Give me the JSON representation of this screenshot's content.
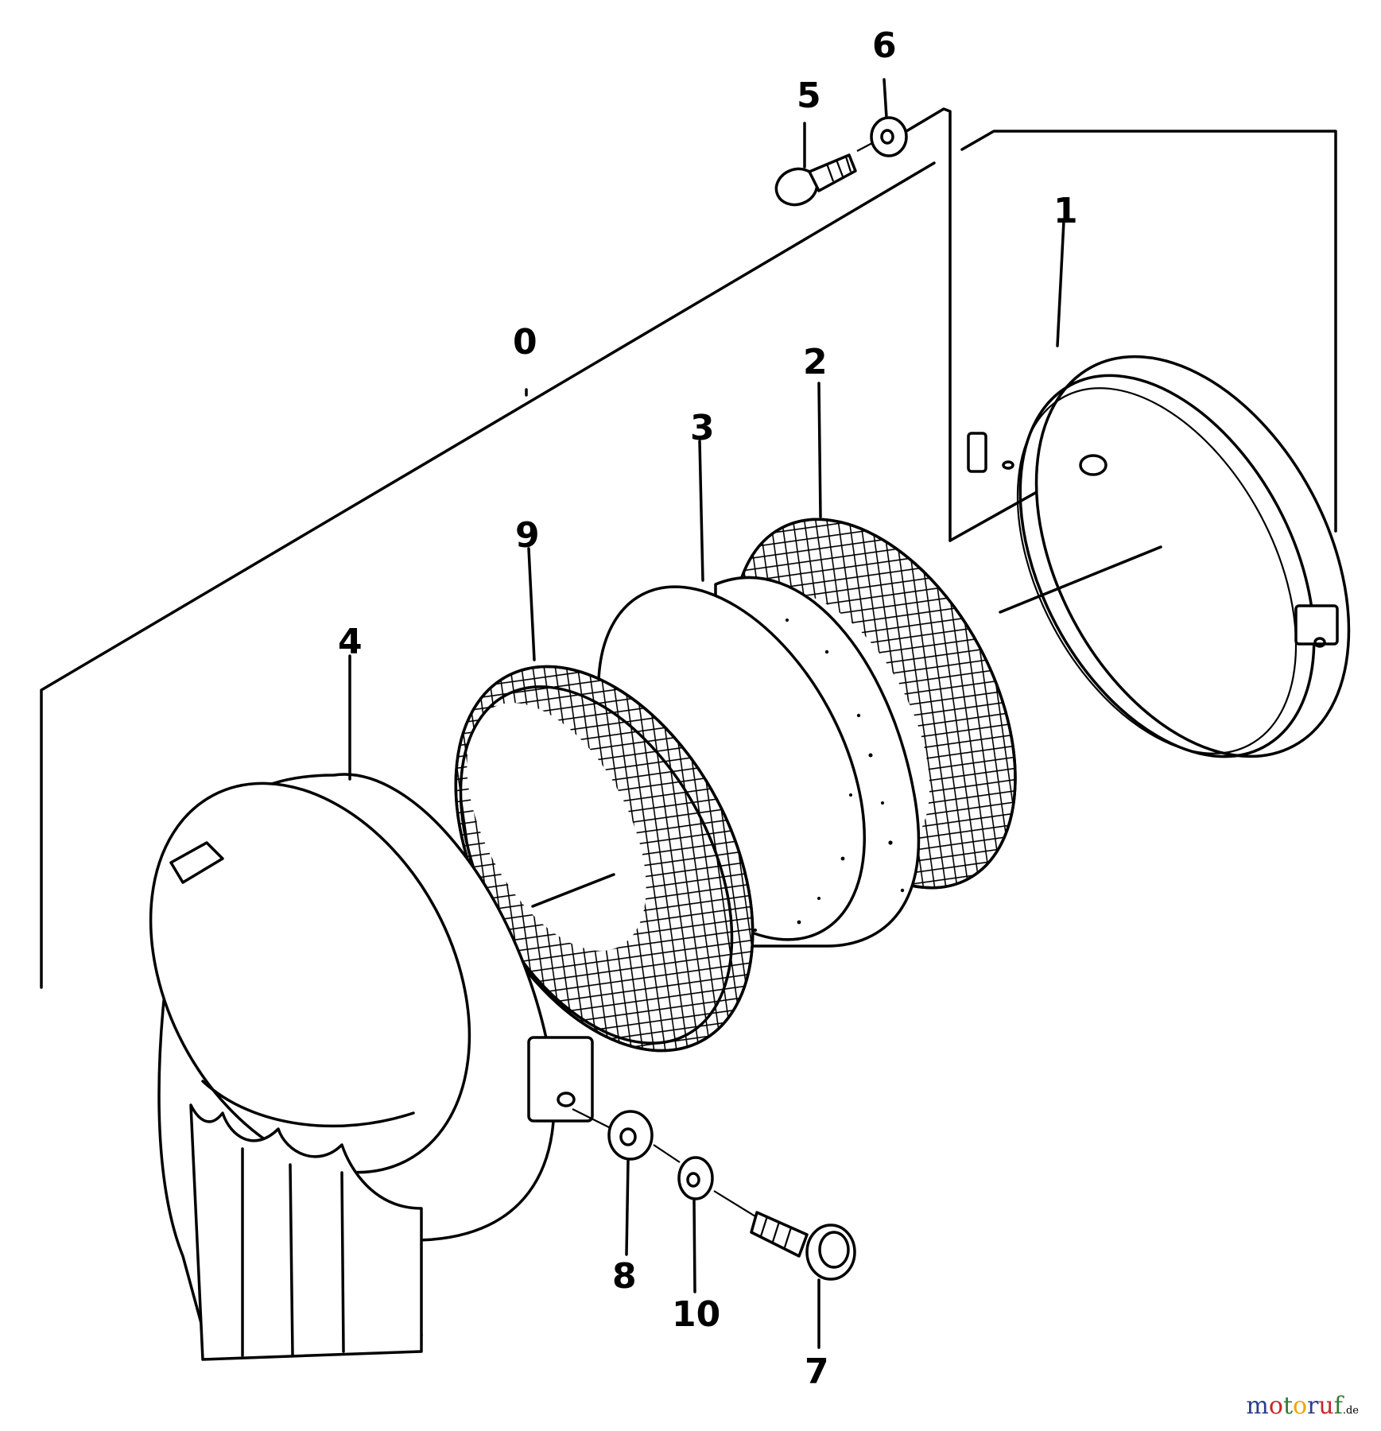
{
  "labels": {
    "p0": "0",
    "p1": "1",
    "p2": "2",
    "p3": "3",
    "p4": "4",
    "p5": "5",
    "p6": "6",
    "p7": "7",
    "p8": "8",
    "p9": "9",
    "p10": "10"
  },
  "watermark": {
    "word_prefix": "moto",
    "word_suffix": "ruf",
    "domain": ".de",
    "colors": [
      "#2a3d8f",
      "#c62828",
      "#2e7d32",
      "#f0a500"
    ]
  }
}
